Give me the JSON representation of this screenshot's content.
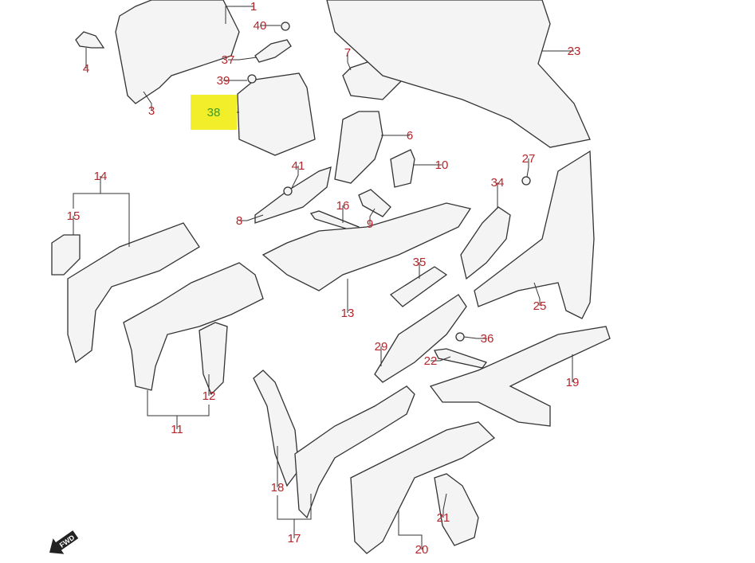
{
  "diagram": {
    "highlighted_callout": "38",
    "highlight_color": "#f2ef2a",
    "label_color": "#b3262c",
    "callouts": [
      "1",
      "40",
      "4",
      "37",
      "39",
      "3",
      "38",
      "7",
      "23",
      "6",
      "27",
      "41",
      "10",
      "14",
      "15",
      "34",
      "16",
      "8",
      "9",
      "35",
      "13",
      "25",
      "36",
      "29",
      "22",
      "19",
      "12",
      "11",
      "18",
      "17",
      "21",
      "20"
    ],
    "direction_marker": {
      "icon": "fwd-arrow-icon",
      "text": "FWD"
    }
  }
}
